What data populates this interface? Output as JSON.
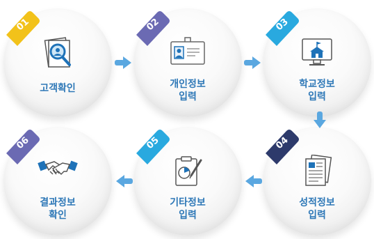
{
  "steps": [
    {
      "num": "01",
      "label_line1": "고객확인",
      "label_line2": "",
      "icon": "magnifier-document-icon",
      "tag_color": "#f2c21a"
    },
    {
      "num": "02",
      "label_line1": "개인정보",
      "label_line2": "입력",
      "icon": "id-card-icon",
      "tag_color": "#6b6ab3"
    },
    {
      "num": "03",
      "label_line1": "학교정보",
      "label_line2": "입력",
      "icon": "school-monitor-icon",
      "tag_color": "#29a9df"
    },
    {
      "num": "04",
      "label_line1": "성적정보",
      "label_line2": "입력",
      "icon": "report-documents-icon",
      "tag_color": "#2d3a6b"
    },
    {
      "num": "05",
      "label_line1": "기타정보",
      "label_line2": "입력",
      "icon": "chart-clipboard-icon",
      "tag_color": "#29a9df"
    },
    {
      "num": "06",
      "label_line1": "결과정보",
      "label_line2": "확인",
      "icon": "handshake-icon",
      "tag_color": "#6b6ab3"
    }
  ],
  "colors": {
    "label": "#2e78b7",
    "arrow": "#5aa7e0"
  }
}
